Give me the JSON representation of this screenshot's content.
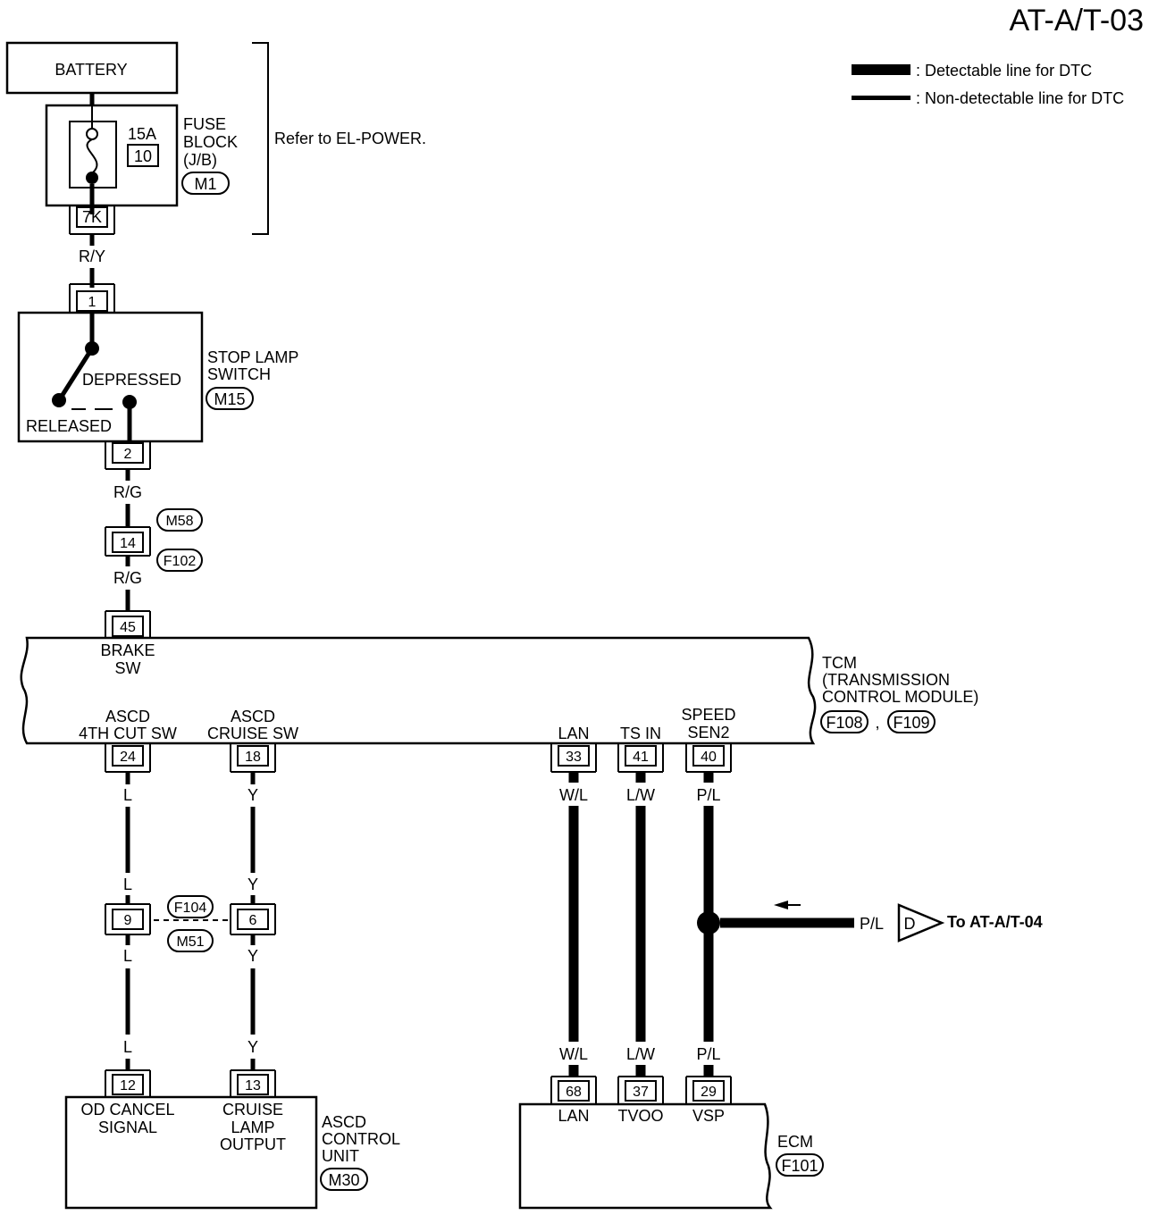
{
  "page_code": "AT-A/T-03",
  "legend": {
    "detectable": ": Detectable line for DTC",
    "non_detectable": ": Non-detectable line for DTC"
  },
  "battery": "BATTERY",
  "fuse": {
    "rating": "15A",
    "number": "10",
    "block_line1": "FUSE",
    "block_line2": "BLOCK",
    "block_line3": "(J/B)",
    "connector": "M1",
    "terminal": "7K",
    "refer": "Refer to EL-POWER."
  },
  "stop_lamp_switch": {
    "line1": "STOP LAMP",
    "line2": "SWITCH",
    "connector": "M15",
    "depressed": "DEPRESSED",
    "released": "RELEASED",
    "pin_in": "1",
    "pin_out": "2"
  },
  "wires": {
    "ry": "R/Y",
    "rg1": "R/G",
    "rg2": "R/G",
    "l1": "L",
    "l2": "L",
    "l3": "L",
    "l4": "L",
    "y1": "Y",
    "y2": "Y",
    "y3": "Y",
    "y4": "Y",
    "wl1": "W/L",
    "wl2": "W/L",
    "lw1": "L/W",
    "lw2": "L/W",
    "pl1": "P/L",
    "pl2": "P/L",
    "pl3": "P/L"
  },
  "joint_connector": {
    "pin": "14",
    "top": "M58",
    "bottom": "F102"
  },
  "tcm": {
    "line1": "TCM",
    "line2": "(TRANSMISSION",
    "line3": "CONTROL MODULE)",
    "conn1": "F108",
    "sep": ",",
    "conn2": "F109",
    "brake_pin": "45",
    "brake_l1": "BRAKE",
    "brake_l2": "SW",
    "ascd4_l1": "ASCD",
    "ascd4_l2": "4TH CUT SW",
    "ascd4_pin": "24",
    "ascdc_l1": "ASCD",
    "ascdc_l2": "CRUISE SW",
    "ascdc_pin": "18",
    "lan_label": "LAN",
    "lan_pin": "33",
    "tsin_label": "TS IN",
    "tsin_pin": "41",
    "speed_l1": "SPEED",
    "speed_l2": "SEN2",
    "speed_pin": "40"
  },
  "mid_connector": {
    "pin_l": "9",
    "pin_r": "6",
    "top": "F104",
    "bottom": "M51"
  },
  "ascd_unit": {
    "pin12": "12",
    "pin13": "13",
    "od_l1": "OD CANCEL",
    "od_l2": "SIGNAL",
    "cr_l1": "CRUISE",
    "cr_l2": "LAMP",
    "cr_l3": "OUTPUT",
    "name1": "ASCD",
    "name2": "CONTROL",
    "name3": "UNIT",
    "connector": "M30"
  },
  "ecm": {
    "name": "ECM",
    "connector": "F101",
    "pin68": "68",
    "pin37": "37",
    "pin29": "29",
    "lan": "LAN",
    "tvoo": "TVOO",
    "vsp": "VSP"
  },
  "to_page": {
    "letter": "D",
    "text": "To AT-A/T-04"
  }
}
